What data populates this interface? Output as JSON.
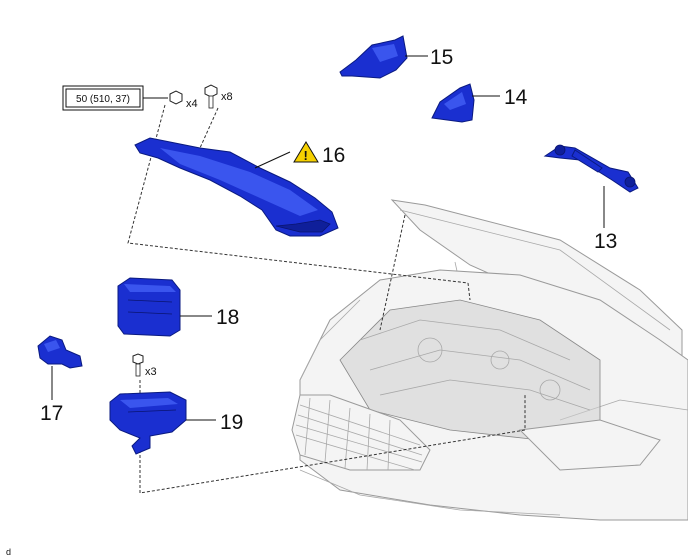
{
  "callouts": {
    "c13": "13",
    "c14": "14",
    "c15": "15",
    "c16": "16",
    "c17": "17",
    "c18": "18",
    "c19": "19"
  },
  "fasteners": {
    "nut_qty": "x4",
    "bolt_qty_top": "x8",
    "bolt_qty_19": "x3"
  },
  "torque_spec": "50 (510, 37)",
  "figure_code": "d",
  "colors": {
    "part_blue": "#1a2fd0",
    "warning_yellow": "#f5d000"
  },
  "icons": {
    "warning": "warning-triangle-icon"
  }
}
